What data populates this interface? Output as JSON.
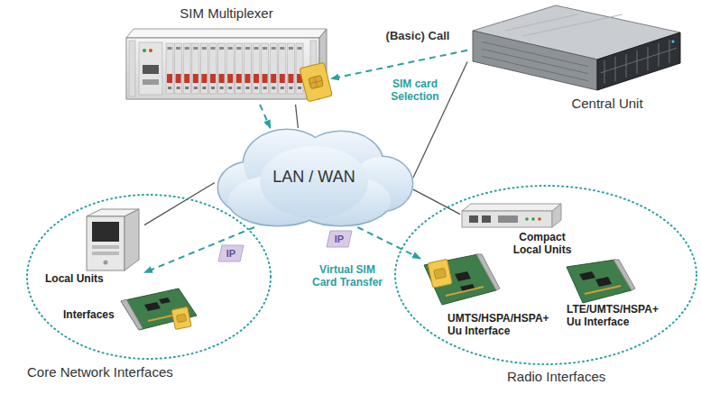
{
  "diagram": {
    "nodes": [
      {
        "text": [
          "SIM Multiplexer"
        ]
      },
      {
        "text": [
          "Central Unit"
        ]
      },
      {
        "text": [
          "LAN / WAN"
        ]
      },
      {
        "text": [
          "Core Network Interfaces"
        ]
      },
      {
        "text": [
          "Local Units"
        ],
        "in": 3
      },
      {
        "text": [
          "Interfaces"
        ],
        "in": 3
      },
      {
        "text": [
          "Radio Interfaces"
        ]
      },
      {
        "text": [
          "Compact Local Units"
        ],
        "in": 6
      },
      {
        "text": [
          "UMTS/HSPA/HSPA+ Uu Interface"
        ],
        "in": 6
      },
      {
        "text": [
          "LTE/UMTS/HSPA+ Uu Interface"
        ],
        "in": 6
      }
    ],
    "edges": [
      {
        "from": 1,
        "to": 0,
        "arrow": "to",
        "label": "SIM card Selection"
      },
      {
        "from": 0,
        "to": 2,
        "arrow": "to"
      },
      {
        "from": 0,
        "to": 2,
        "arrow": "none"
      },
      {
        "from": 2,
        "to": 1,
        "arrow": "none"
      },
      {
        "from": 2,
        "to": 4,
        "arrow": "none"
      },
      {
        "from": 2,
        "to": 4,
        "arrow": "to"
      },
      {
        "from": 2,
        "to": 7,
        "arrow": "none"
      },
      {
        "from": 2,
        "to": 8,
        "arrow": "to",
        "label": "Virtual SIM Card Transfer"
      }
    ],
    "labels": [
      "(Basic) Call",
      "IP",
      "IP"
    ]
  }
}
